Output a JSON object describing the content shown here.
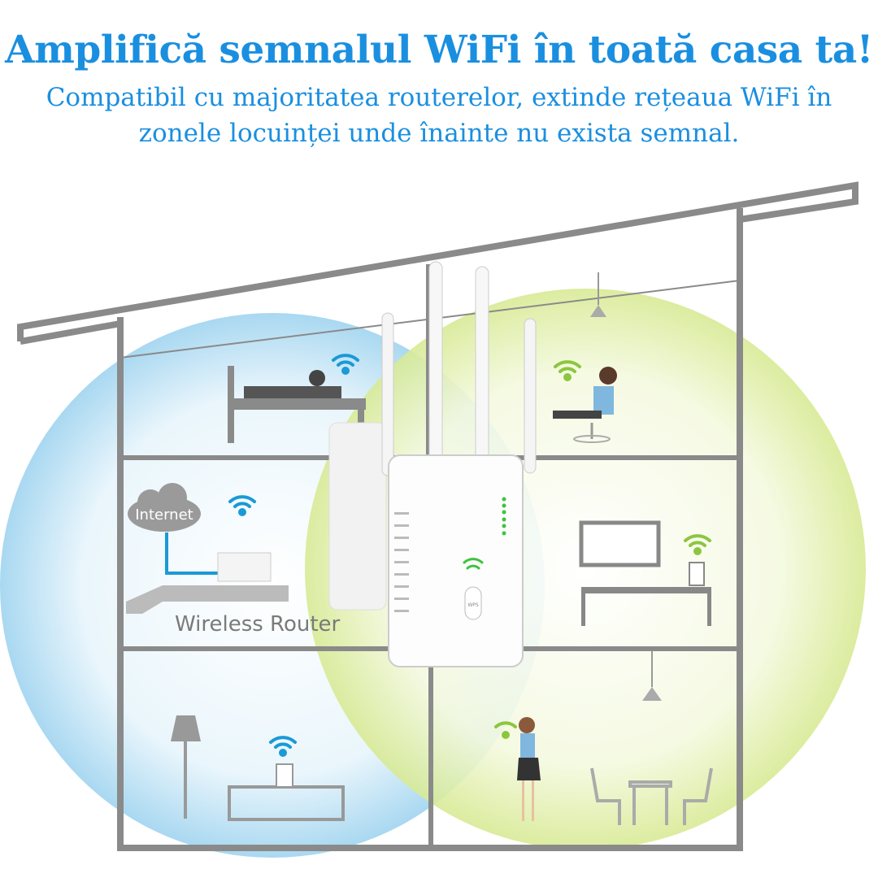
{
  "header": {
    "title": "Amplifică semnalul WiFi în toată casa ta!",
    "subtitle": "Compatibil cu majoritatea routerelor, extinde rețeaua WiFi în zonele locuinței unde înainte nu exista semnal."
  },
  "illustration": {
    "internet_label": "Internet",
    "router_label": "Wireless Router",
    "wps_label": "WPS",
    "colors": {
      "text": "#1a8fe0",
      "wall": "#8a8a8a",
      "blue_zone": "#bfe3f6",
      "yellow_zone": "#e6f2b8",
      "wifi_blue": "#1a9ad6",
      "wifi_green": "#8cc63f"
    }
  }
}
